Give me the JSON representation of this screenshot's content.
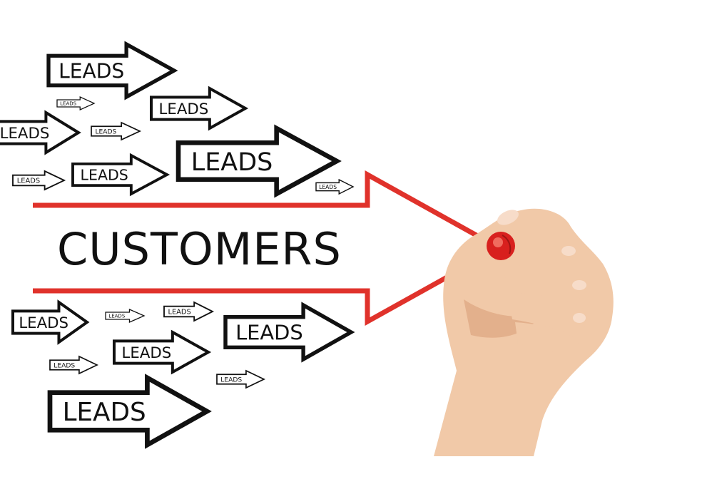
{
  "main_arrow": {
    "label": "CUSTOMERS",
    "color": "#e0322b"
  },
  "lead_arrows": [
    {
      "label": "LEADS"
    },
    {
      "label": "LEADS"
    },
    {
      "label": "LEADS"
    },
    {
      "label": "LEADS"
    },
    {
      "label": "LEADS"
    },
    {
      "label": "LEADS"
    },
    {
      "label": "LEADS"
    },
    {
      "label": "LEADS"
    },
    {
      "label": "LEADS"
    },
    {
      "label": "LEADS"
    },
    {
      "label": "LEADS"
    },
    {
      "label": "LEADS"
    },
    {
      "label": "LEADS"
    },
    {
      "label": "LEADS"
    },
    {
      "label": "LEADS"
    },
    {
      "label": "LEADS"
    },
    {
      "label": "LEADS"
    }
  ],
  "hand": {
    "icon": "hand-holding-red-marker-icon",
    "marker_color": "#d8201e"
  }
}
